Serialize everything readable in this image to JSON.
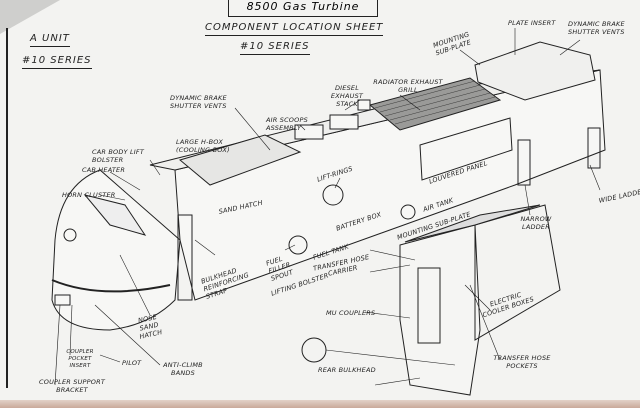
{
  "header": {
    "title": "8500 Gas Turbine",
    "subtitle": "Component Location Sheet",
    "series": "#10 Series",
    "unit": "A Unit",
    "unit_series": "#10 Series"
  },
  "labels": {
    "mounting_sub_plate_top": "Mounting Sub-Plate",
    "plate_insert": "Plate Insert",
    "dyn_brake_rear": "Dynamic Brake Shutter Vents",
    "diesel_exhaust": "Diesel Exhaust Stack",
    "radiator_grill": "Radiator Exhaust Grill",
    "dyn_brake_front": "Dynamic Brake Shutter Vents",
    "air_scoops": "Air Scoops Assembly",
    "large_h_box": "Large H-Box (Cooling Box)",
    "car_body_lift": "Car Body Lift Bolster",
    "cab_heater": "Cab Heater",
    "horn_cluster": "Horn Cluster",
    "lift_rings": "Lift-Rings",
    "louvered_panel": "Louvered Panel",
    "wide_ladder": "Wide Ladder",
    "narrow_ladder": "Narrow Ladder",
    "sand_hatch": "Sand Hatch",
    "battery_box": "Battery Box",
    "air_tank": "Air Tank",
    "fuel_tank": "Fuel Tank",
    "mounting_sub_plate_rear": "Mounting Sub-Plate",
    "bulkhead_strap": "Bulkhead Reinforcing Strap",
    "fuel_filler": "Fuel Filler Spout",
    "transfer_hose_carrier": "Transfer Hose Carrier",
    "lifting_bolster": "Lifting Bolster",
    "mu_couplers": "MU Couplers",
    "electric_cooler": "Electric Cooler Boxes",
    "nose_sand_hatch": "Nose Sand Hatch",
    "coupler_pocket": "Coupler Pocket Insert",
    "pilot": "Pilot",
    "anti_climb": "Anti-Climb Bands",
    "coupler_support": "Coupler Support Bracket",
    "rear_bulkhead": "Rear Bulkhead",
    "transfer_hose_pockets": "Transfer Hose Pockets"
  }
}
